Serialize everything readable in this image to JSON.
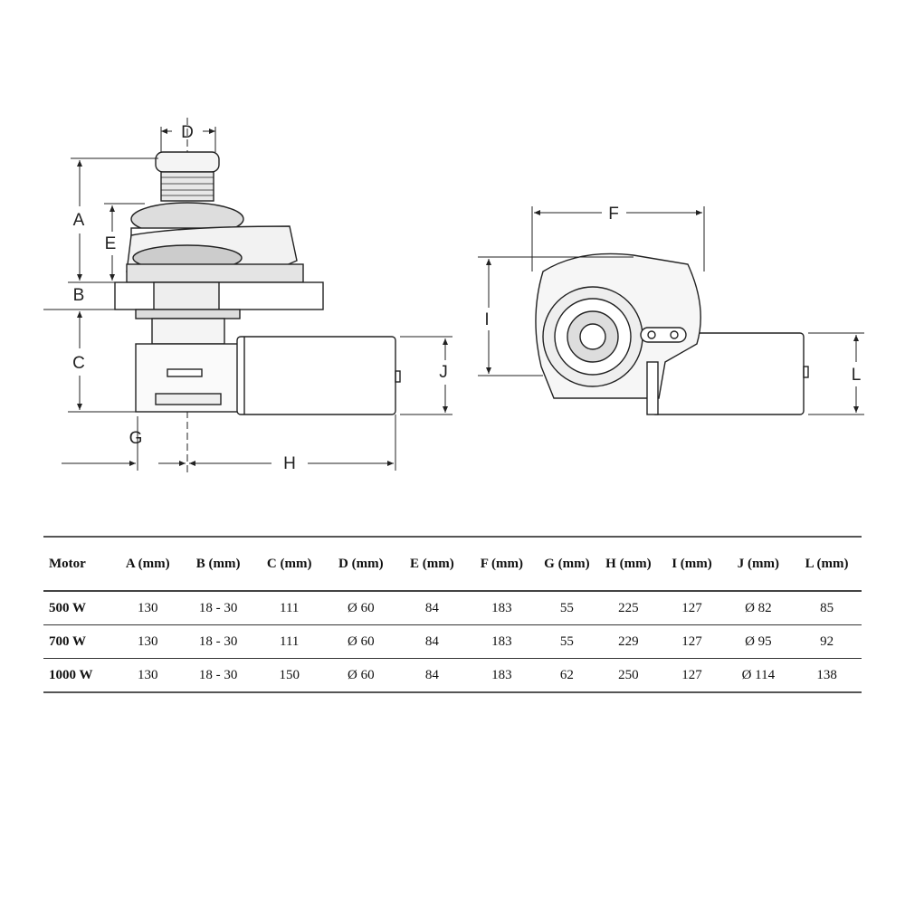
{
  "diagram": {
    "side_view_labels": {
      "A": "A",
      "B": "B",
      "C": "C",
      "D": "D",
      "E": "E",
      "G": "G",
      "H": "H",
      "J": "J"
    },
    "front_view_labels": {
      "F": "F",
      "I": "I",
      "L": "L"
    }
  },
  "table": {
    "headers": [
      "Motor",
      "A (mm)",
      "B (mm)",
      "C (mm)",
      "D (mm)",
      "E (mm)",
      "F (mm)",
      "G (mm)",
      "H (mm)",
      "I (mm)",
      "J (mm)",
      "L (mm)"
    ],
    "rows": [
      [
        "500 W",
        "130",
        "18 - 30",
        "111",
        "Ø 60",
        "84",
        "183",
        "55",
        "225",
        "127",
        "Ø 82",
        "85"
      ],
      [
        "700 W",
        "130",
        "18 - 30",
        "111",
        "Ø 60",
        "84",
        "183",
        "55",
        "229",
        "127",
        "Ø 95",
        "92"
      ],
      [
        "1000 W",
        "130",
        "18 - 30",
        "150",
        "Ø 60",
        "84",
        "183",
        "62",
        "250",
        "127",
        "Ø 114",
        "138"
      ]
    ]
  }
}
